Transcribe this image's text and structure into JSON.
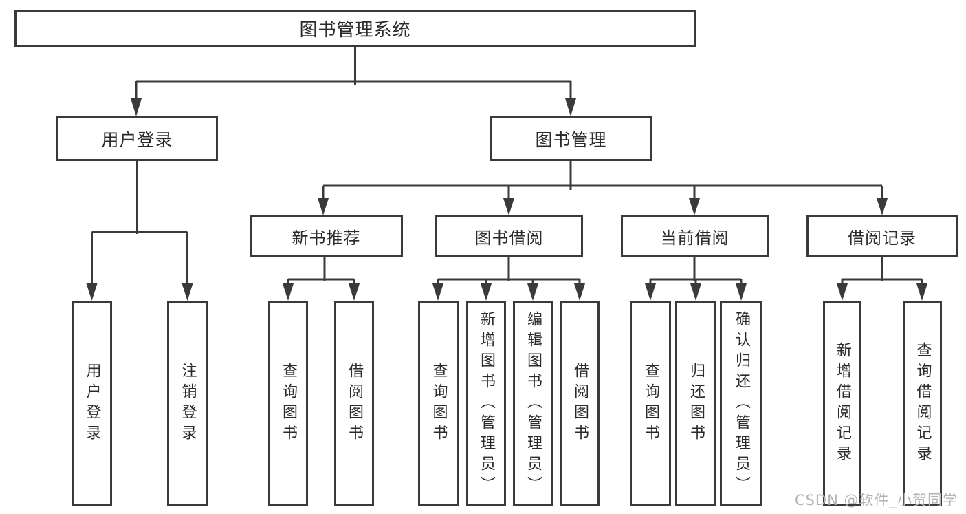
{
  "nodes": {
    "root": "图书管理系统",
    "level2": [
      "用户登录",
      "图书管理"
    ],
    "level3": [
      "新书推荐",
      "图书借阅",
      "当前借阅",
      "借阅记录"
    ],
    "user_login_children": [
      "用户登录",
      "注销登录"
    ],
    "new_books_children": [
      "查询图书",
      "借阅图书"
    ],
    "book_borrow_children": [
      "查询图书",
      "新增图书（管理员）",
      "编辑图书（管理员）",
      "借阅图书"
    ],
    "current_borrow_children": [
      "查询图书",
      "归还图书",
      "确认归还（管理员）"
    ],
    "borrow_records_children": [
      "新增借阅记录",
      "查询借阅记录"
    ]
  },
  "watermark": "CSDN @软件_小贺同学",
  "colors": {
    "line": "#3a3a3a",
    "text": "#2b2b2b",
    "watermark": "#b3b3b3",
    "background": "#ffffff"
  }
}
